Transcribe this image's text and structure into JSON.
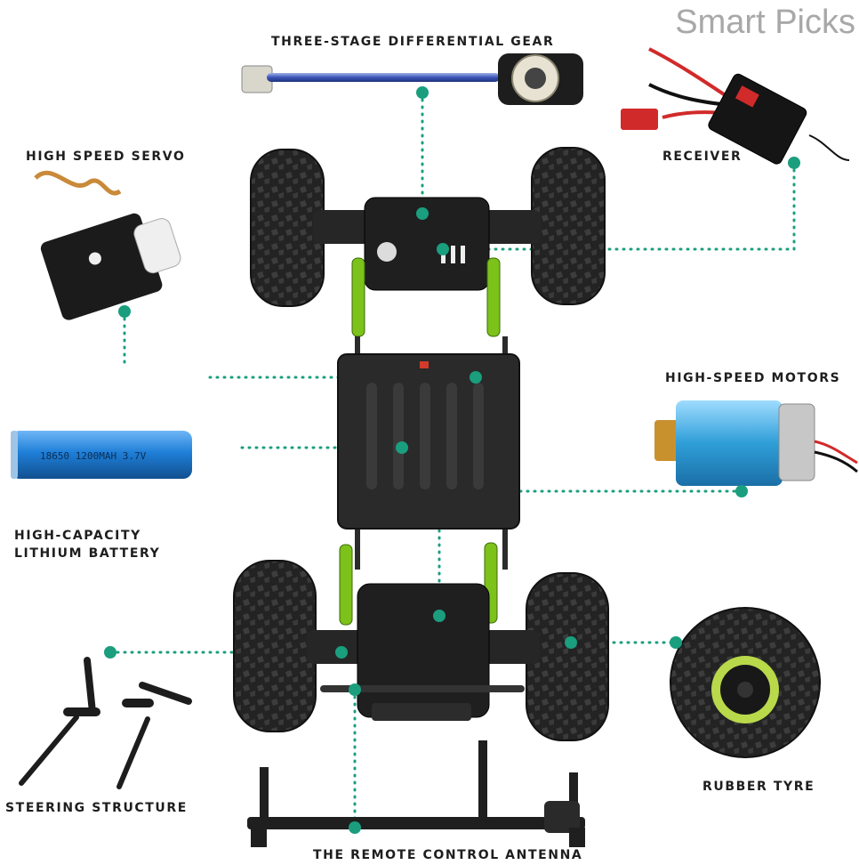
{
  "brand": "Smart Picks",
  "labels": {
    "differential": "THREE-STAGE DIFFERENTIAL GEAR",
    "servo": "HIGH SPEED SERVO",
    "receiver": "RECEIVER",
    "motors": "HIGH-SPEED MOTORS",
    "battery_line1": "HIGH-CAPACITY",
    "battery_line2": "LITHIUM BATTERY",
    "steering": "STEERING STRUCTURE",
    "antenna": "THE REMOTE CONTROL ANTENNA",
    "tyre": "RUBBER TYRE"
  },
  "battery_print": "18650 1200MAH 3.7V",
  "colors": {
    "dot": "#1a9e7e",
    "chassis": "#1e1e1e",
    "tyre": "#222222",
    "accent_green": "#7cc21a",
    "battery_blue": "#1f7fd8",
    "motor_blue": "#3fb0e8",
    "label_text": "#1e1e1e",
    "brand_text": "#a8a8a8"
  }
}
